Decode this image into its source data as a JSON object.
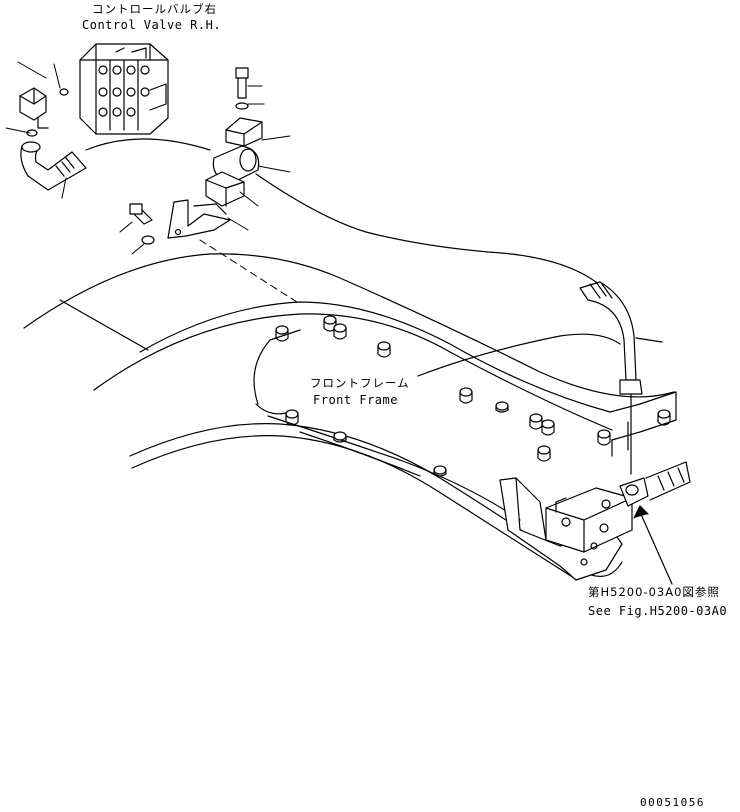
{
  "labels": {
    "control_valve_jp": "コントロールバルブ右",
    "control_valve_en": "Control Valve R.H.",
    "front_frame_jp": "フロントフレーム",
    "front_frame_en": "Front Frame",
    "reference_jp": "第H5200-03A0図参照",
    "reference_en": "See Fig.H5200-03A0",
    "drawing_code": "00051056"
  }
}
